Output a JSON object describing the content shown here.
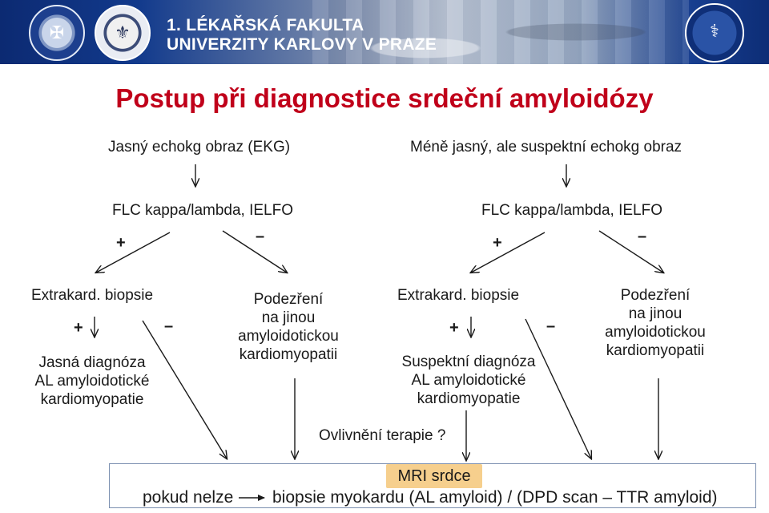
{
  "header": {
    "faculty_line1": "1. LÉKAŘSKÁ FAKULTA",
    "faculty_line2": "UNIVERZITY KARLOVY V PRAZE",
    "seal_left_icon": "university-seal-icon",
    "seal_mid_icon": "faculty-seal-icon",
    "seal_right_icon": "hospital-seal-icon"
  },
  "title": "Postup při diagnostice srdeční amyloidózy",
  "left_branch": {
    "start": "Jasný echokg obraz (EKG)",
    "test": "FLC kappa/lambda, IELFO",
    "plus": "+",
    "minus": "–",
    "biopsy": "Extrakard. biopsie",
    "biopsy_plus": "+",
    "biopsy_minus": "–",
    "result": [
      "Jasná diagnóza",
      "AL amyloidotické",
      "kardiomyopatie"
    ],
    "suspicion": [
      "Podezření",
      "na jinou",
      "amyloidotickou",
      "kardiomyopatii"
    ]
  },
  "right_branch": {
    "start": "Méně jasný, ale suspektní echokg obraz",
    "test": "FLC kappa/lambda, IELFO",
    "plus": "+",
    "minus": "–",
    "biopsy": "Extrakard. biopsie",
    "biopsy_plus": "+",
    "biopsy_minus": "–",
    "result": [
      "Suspektní diagnóza",
      "AL amyloidotické",
      "kardiomyopatie"
    ],
    "suspicion": [
      "Podezření",
      "na jinou",
      "amyloidotickou",
      "kardiomyopatii"
    ],
    "therapy_question": "Ovlivnění terapie ?"
  },
  "bottom": {
    "mri": "MRI srdce",
    "if_not": "pokud nelze",
    "biopsy_text": "biopsie myokardu (AL amyloid) / (DPD scan – TTR amyloid)"
  },
  "colors": {
    "title": "#c0001a",
    "mri_highlight": "#f6cf8d",
    "banner": "#123a8c"
  }
}
